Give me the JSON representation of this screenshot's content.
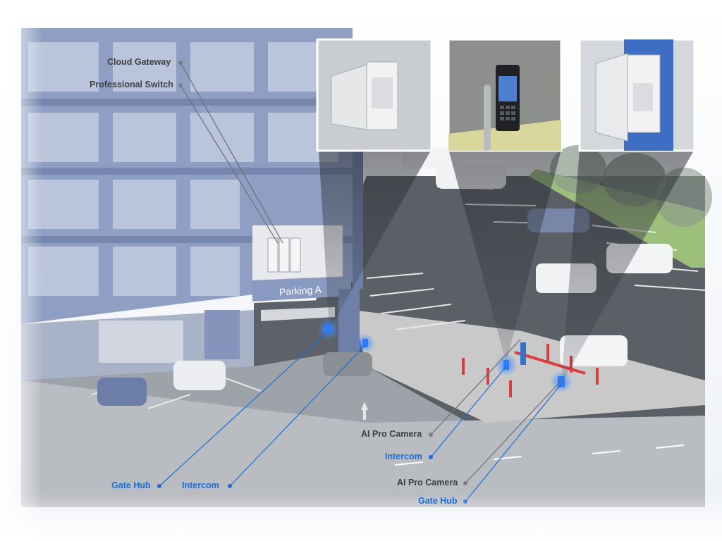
{
  "building": {
    "sign": "Parking A"
  },
  "labels": {
    "cloud_gateway": "Cloud Gateway",
    "professional_switch": "Professional Switch",
    "ai_pro_camera_1": "AI Pro Camera",
    "intercom_1": "Intercom",
    "ai_pro_camera_2": "AI Pro Camera",
    "gate_hub_2": "Gate Hub",
    "gate_hub_1": "Gate Hub",
    "intercom_2": "Intercom"
  },
  "colors": {
    "building": "#8f9fc4",
    "building_dark": "#6f80a8",
    "asphalt": "#5b5f66",
    "sidewalk": "#c9c9c9",
    "device_glow": "#2d7cff",
    "accent_blue": "#1a6fd6",
    "label_dark": "#3d3f44"
  }
}
